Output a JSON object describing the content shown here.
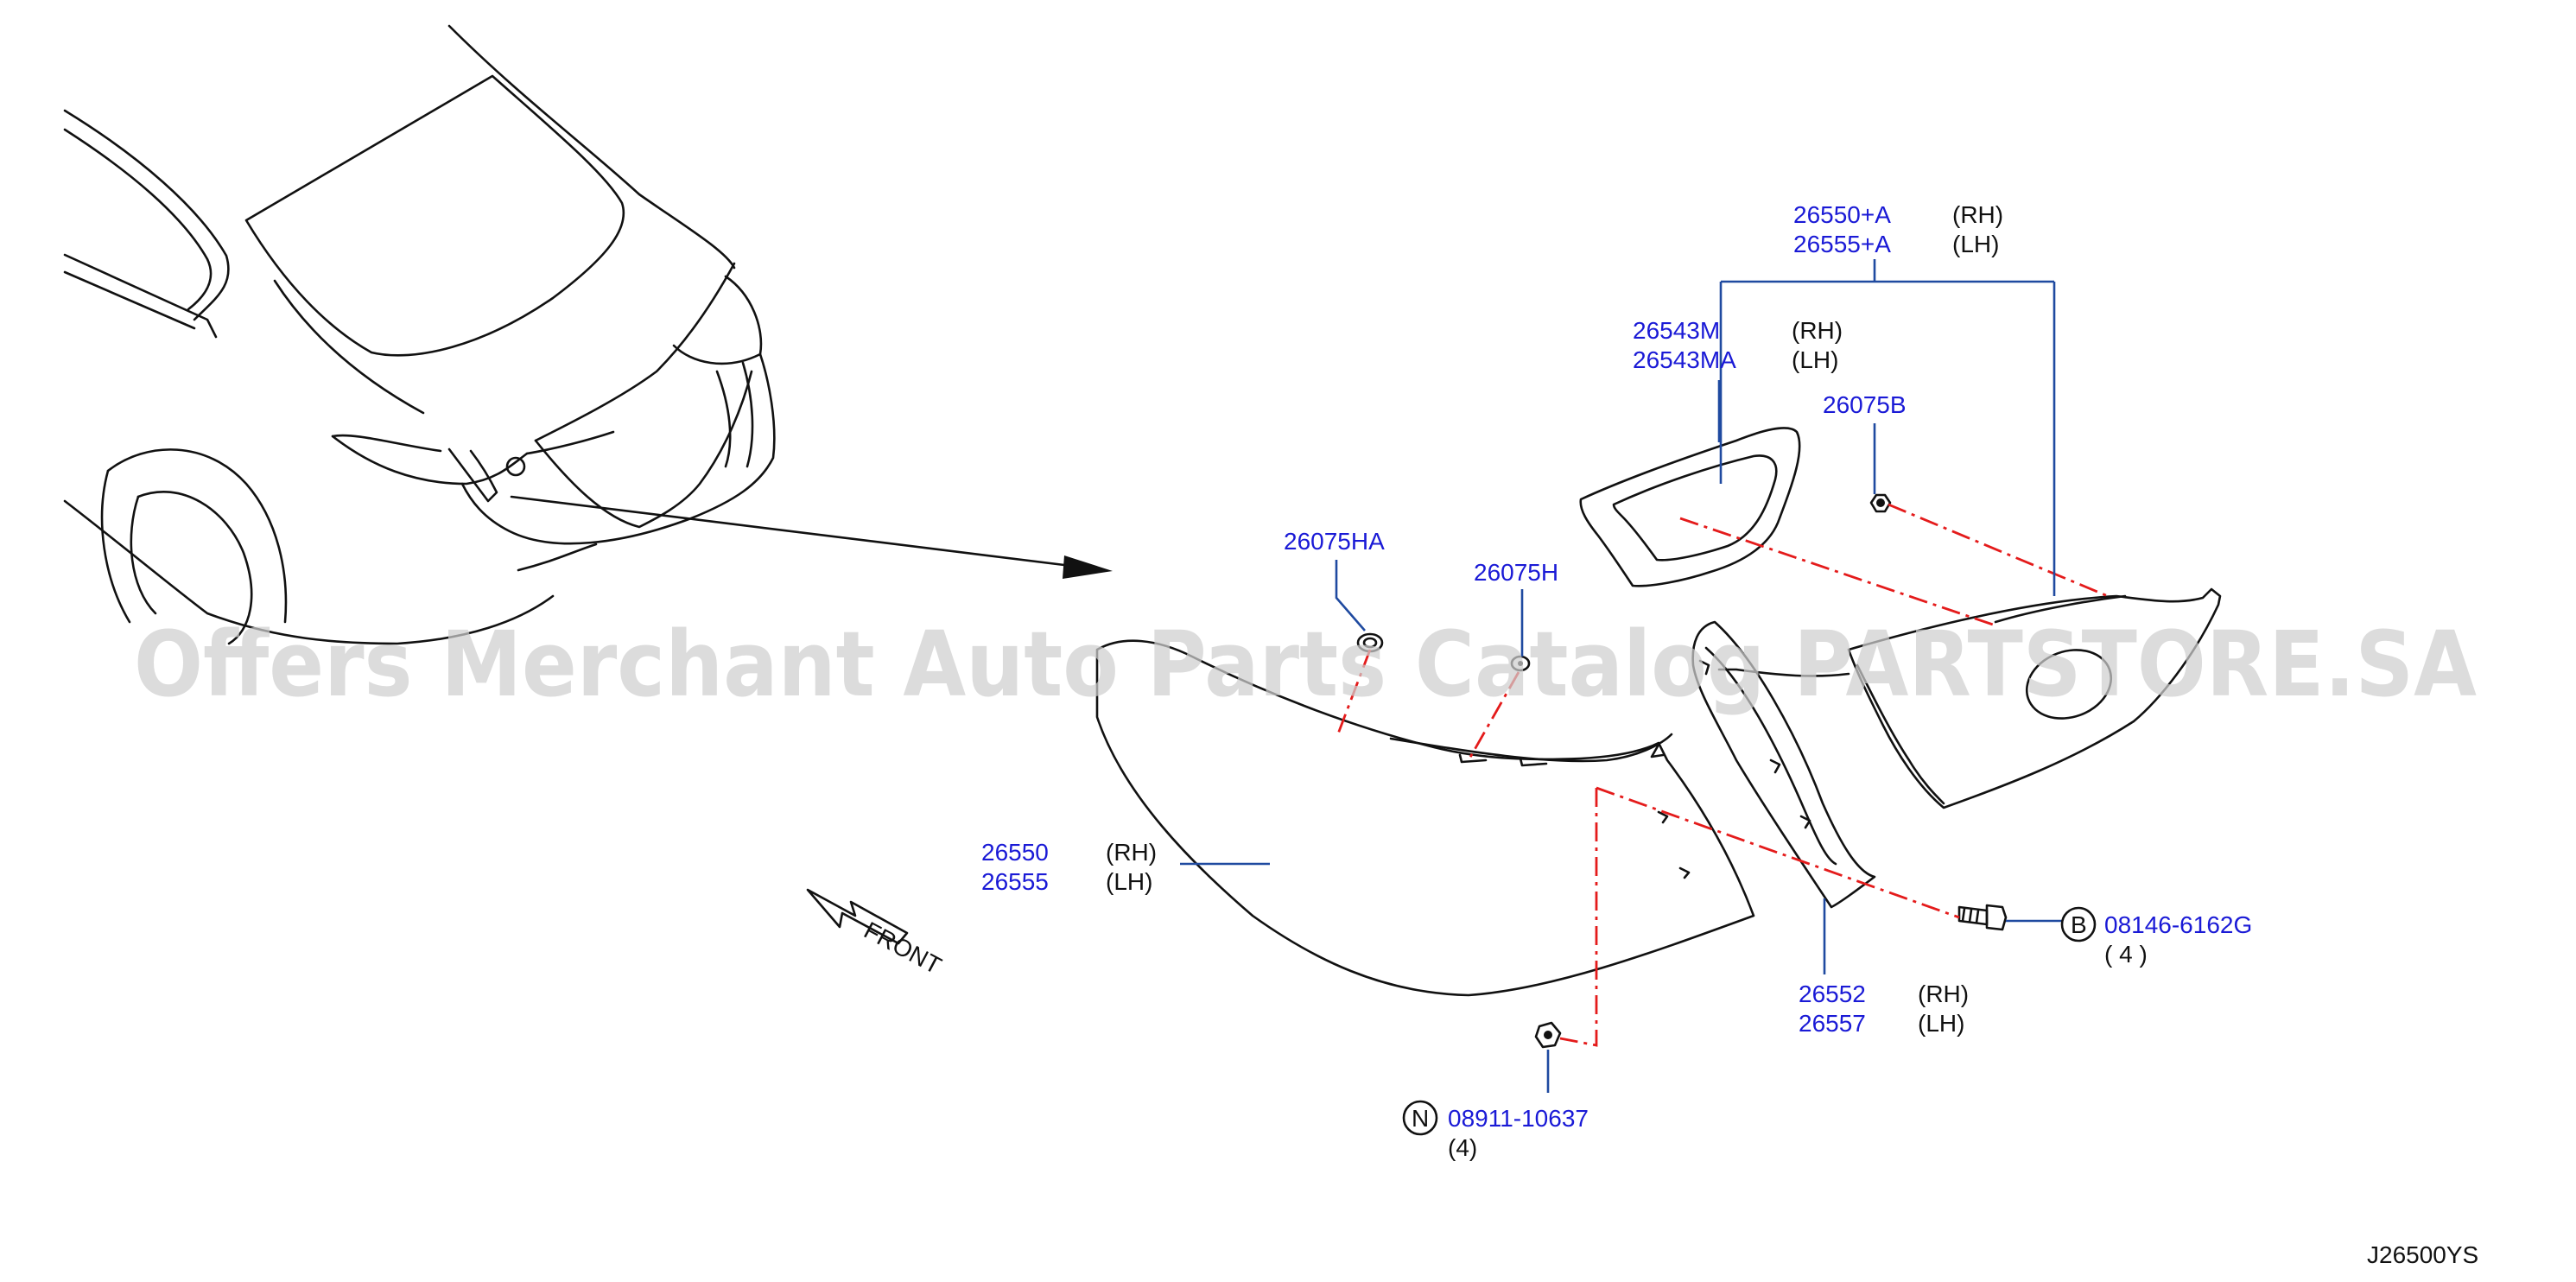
{
  "diagram": {
    "watermark": "Offers Merchant Auto Parts Catalog PARTSTORE.SA",
    "diagram_code": "J26500YS",
    "front_label": "FRONT",
    "callouts": {
      "c26550a": {
        "rh": "26550+A",
        "lh": "26555+A",
        "rh_side": "(RH)",
        "lh_side": "(LH)"
      },
      "c26543": {
        "rh": "26543M",
        "lh": "26543MA",
        "rh_side": "(RH)",
        "lh_side": "(LH)"
      },
      "c26075b": {
        "pn": "26075B"
      },
      "c26075ha": {
        "pn": "26075HA"
      },
      "c26075h": {
        "pn": "26075H"
      },
      "c26550": {
        "rh": "26550",
        "lh": "26555",
        "rh_side": "(RH)",
        "lh_side": "(LH)"
      },
      "c26552": {
        "rh": "26552",
        "lh": "26557",
        "rh_side": "(RH)",
        "lh_side": "(LH)"
      },
      "c08146": {
        "symbol": "B",
        "pn": "08146-6162G",
        "qty": "(   4   )"
      },
      "c08911": {
        "symbol": "N",
        "pn": "08911-10637",
        "qty": "(4)"
      }
    },
    "colors": {
      "part_number": "#1a1ad6",
      "leader": "#1f4aa0",
      "dash": "#e41b1b",
      "line": "#111111"
    }
  }
}
